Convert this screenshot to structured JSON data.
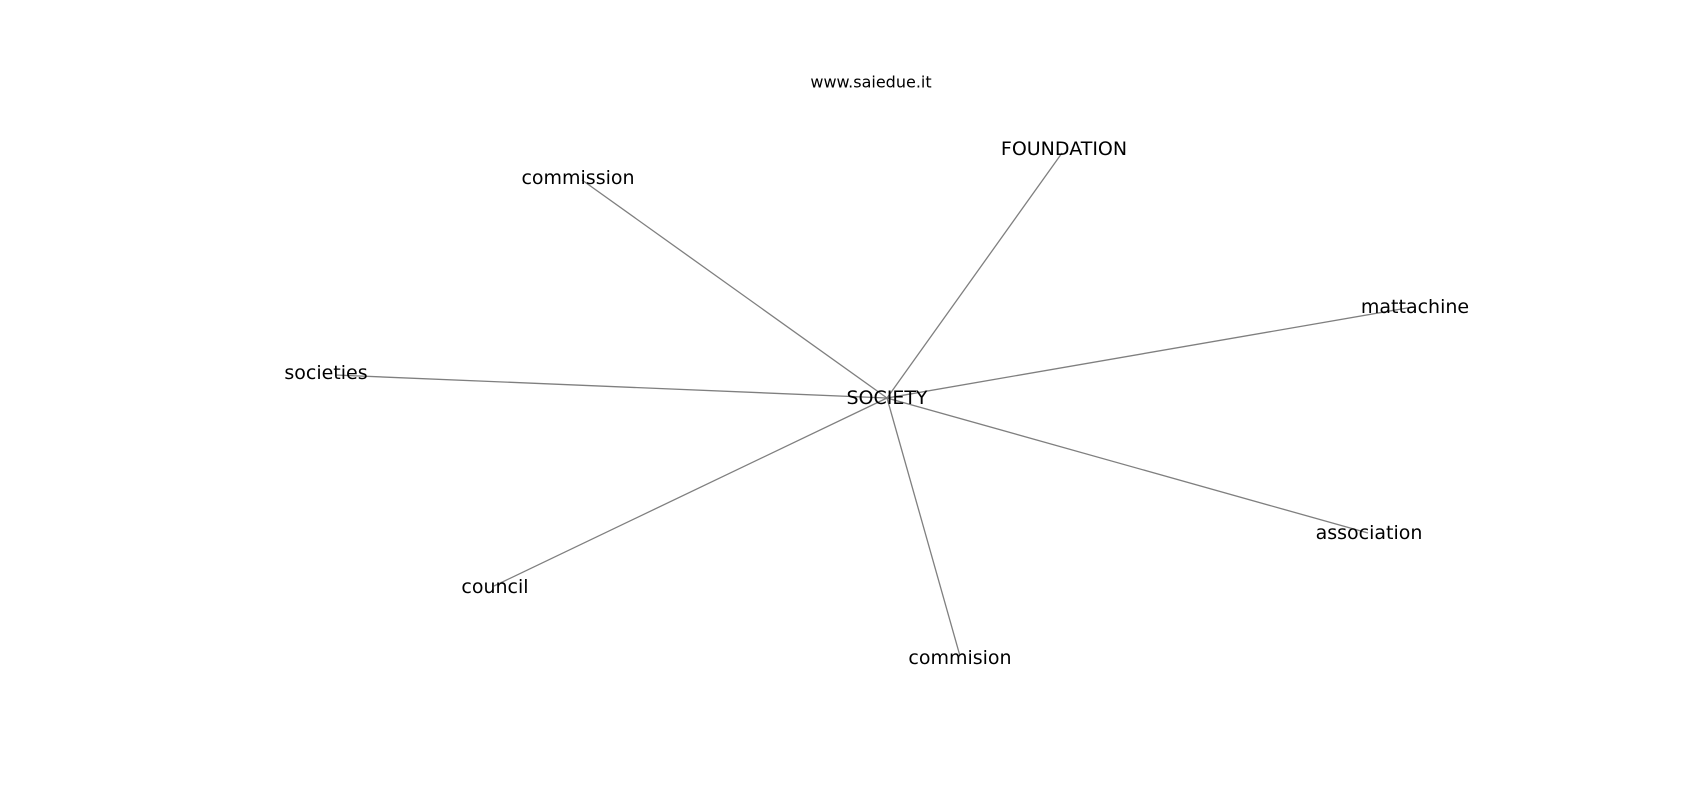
{
  "header": {
    "site": "www.saiedue.it"
  },
  "graph": {
    "center": "SOCIETY",
    "nodes": [
      "FOUNDATION",
      "commission",
      "mattachine",
      "societies",
      "association",
      "council",
      "commision"
    ]
  }
}
